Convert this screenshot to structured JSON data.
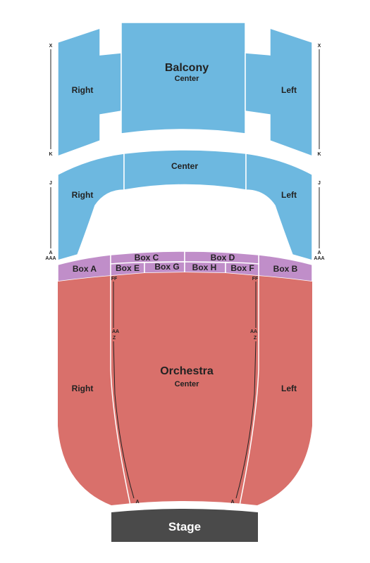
{
  "balcony": {
    "title": "Balcony",
    "upper": {
      "center": "Center",
      "right": "Right",
      "left": "Left"
    },
    "lower": {
      "center": "Center",
      "right": "Right",
      "left": "Left"
    }
  },
  "boxes": {
    "a": "Box A",
    "b": "Box B",
    "c": "Box C",
    "d": "Box D",
    "e": "Box E",
    "f": "Box F",
    "g": "Box G",
    "h": "Box H"
  },
  "orchestra": {
    "title": "Orchestra",
    "center": "Center",
    "right": "Right",
    "left": "Left"
  },
  "stage": {
    "label": "Stage"
  },
  "rows": {
    "upper_top": "X",
    "upper_bottom": "K",
    "lower_top": "J",
    "lower_bottom_a": "A",
    "lower_bottom_aaa": "AAA",
    "orch_ff": "FF",
    "orch_aa": "AA",
    "orch_z": "Z",
    "orch_a": "A"
  },
  "colors": {
    "balcony": "#6db8e0",
    "boxes": "#c08ec9",
    "orchestra": "#d9706b",
    "stage": "#4a4a4a"
  }
}
